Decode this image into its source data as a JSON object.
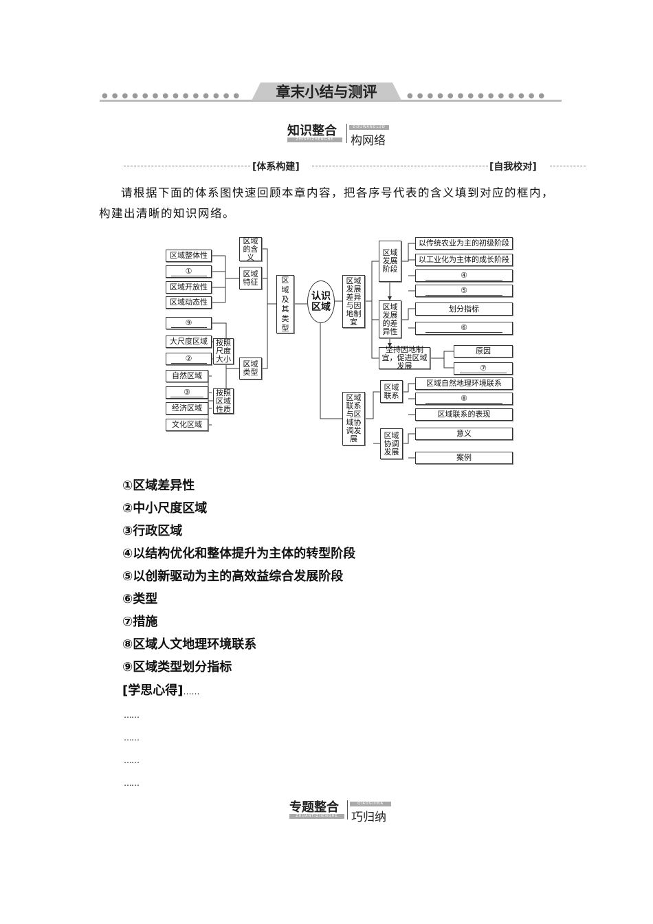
{
  "chapter_header": "章末小结与测评",
  "section1": {
    "title": "知识整合",
    "pinyin_bottom": "ZHISHIZHENGHE",
    "pinyin_top": "GOUWANGLUO",
    "subtitle": "构网络"
  },
  "subheads": {
    "left": "[体系构建]",
    "right": "[自我校对]"
  },
  "instruction": "请根据下面的体系图快速回顾本章内容，把各序号代表的含义填到对应的框内，构建出清晰的知识网络。",
  "diagram": {
    "center": "认识区域",
    "l1": {
      "types": "区域及其类型",
      "diff": "区域发展差异与因地制宜",
      "link": "区域联系与区域协调发展"
    },
    "l2": {
      "meaning": "区域的含义",
      "features": "区域特征",
      "kinds": "区域类型",
      "stage": "区域发展阶段",
      "disparity": "区域发展的差异性",
      "adapt": "坚持因地制宜，促进区域发展",
      "connect": "区域联系",
      "coord": "区域协调发展"
    },
    "l3": {
      "by_scale": "按照尺度大小",
      "by_nature": "按照区域性质"
    },
    "leaves": {
      "whole": "区域整体性",
      "n1": "①",
      "open": "区域开放性",
      "dynamic": "区域动态性",
      "n9": "⑨",
      "large": "大尺度区域",
      "n2": "②",
      "natural": "自然区域",
      "n3": "③",
      "economic": "经济区域",
      "cultural": "文化区域",
      "agri": "以传统农业为主的初级阶段",
      "indus": "以工业化为主体的成长阶段",
      "n4": "④",
      "n5": "⑤",
      "index": "划分指标",
      "n6": "⑥",
      "reason": "原因",
      "n7": "⑦",
      "natlink": "区域自然地理环境联系",
      "n8": "⑧",
      "express": "区域联系的表现",
      "meaning": "意义",
      "case": "案例"
    }
  },
  "answers": [
    "①区域差异性",
    "②中小尺度区域",
    "③行政区域",
    "④以结构优化和整体提升为主体的转型阶段",
    "⑤以创新驱动为主的高效益综合发展阶段",
    "⑥类型",
    "⑦措施",
    "⑧区域人文地理环境联系",
    "⑨区域类型划分指标"
  ],
  "notes": {
    "label": "[学思心得]",
    "dots": "……"
  },
  "section2": {
    "title": "专题整合",
    "pinyin_bottom": "ZHUANTIZHENGHE",
    "pinyin_top": "QIAOGUINA",
    "subtitle": "巧归纳"
  }
}
